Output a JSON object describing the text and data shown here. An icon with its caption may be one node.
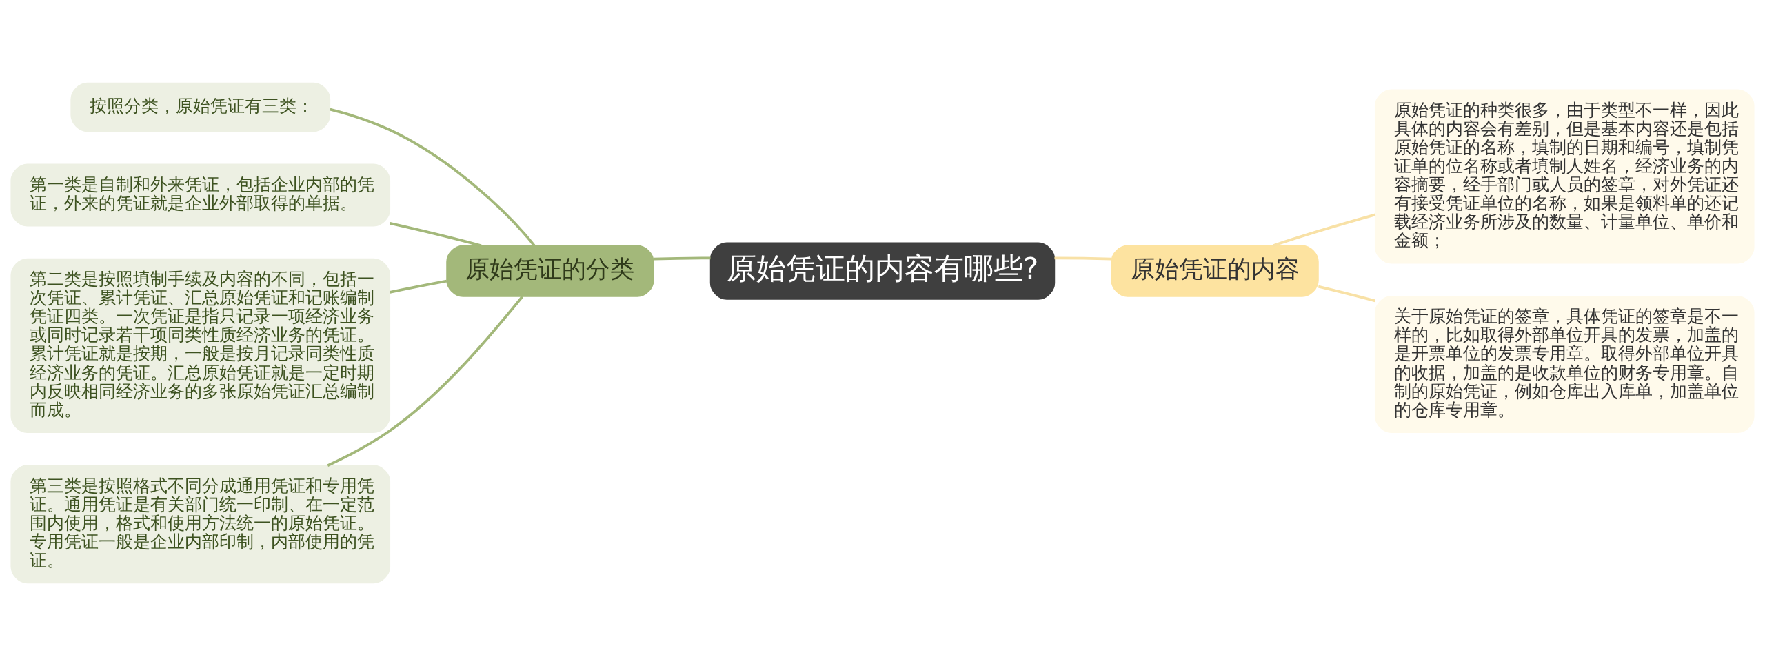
{
  "diagram": {
    "nodes": [
      {
        "text": [
          "原始凭证的内容有哪些?"
        ]
      },
      {
        "text": [
          "原始凭证的分类"
        ]
      },
      {
        "text": [
          "按照分类，原始凭证有三类："
        ]
      },
      {
        "text": [
          "第一类是自制和外来凭证，包括企业内部的凭证，外来的凭证就是企业外部取得的单据。"
        ]
      },
      {
        "text": [
          "第二类是按照填制手续及内容的不同，包括一次凭证、累计凭证、汇总原始凭证和记账编制凭证四类。一次凭证是指只记录一项经济业务或同时记录若干项同类性质经济业务的凭证。累计凭证就是按期，一般是按月记录同类性质经济业务的凭证。汇总原始凭证就是一定时期内反映相同经济业务的多张原始凭证汇总编制而成。"
        ]
      },
      {
        "text": [
          "第三类是按照格式不同分成通用凭证和专用凭证。通用凭证是有关部门统一印制、在一定范围内使用，格式和使用方法统一的原始凭证。专用凭证一般是企业内部印制，内部使用的凭证。"
        ]
      },
      {
        "text": [
          "原始凭证的内容"
        ]
      },
      {
        "text": [
          "原始凭证的种类很多，由于类型不一样，因此具体的内容会有差别，但是基本内容还是包括原始凭证的名称，填制的日期和编号，填制凭证单的位名称或者填制人姓名，经济业务的内容摘要，经手部门或人员的签章，对外凭证还有接受凭证单位的名称，如果是领料单的还记载经济业务所涉及的数量、计量单位、单价和金额；"
        ]
      },
      {
        "text": [
          "关于原始凭证的签章，具体凭证的签章是不一样的，比如取得外部单位开具的发票，加盖的是开票单位的发票专用章。取得外部单位开具的收据，加盖的是收款单位的财务专用章。自制的原始凭证，例如仓库出入库单，加盖单位的仓库专用章。"
        ]
      }
    ],
    "edges": [
      {
        "from": 0,
        "to": 1,
        "arrow": "none"
      },
      {
        "from": 1,
        "to": 2,
        "arrow": "none"
      },
      {
        "from": 1,
        "to": 3,
        "arrow": "none"
      },
      {
        "from": 1,
        "to": 4,
        "arrow": "none"
      },
      {
        "from": 1,
        "to": 5,
        "arrow": "none"
      },
      {
        "from": 0,
        "to": 6,
        "arrow": "none",
        "color": "#f8e1a6"
      },
      {
        "from": 6,
        "to": 7,
        "arrow": "none",
        "color": "#f8e1a6"
      },
      {
        "from": 6,
        "to": 8,
        "arrow": "none",
        "color": "#f8e1a6"
      }
    ]
  }
}
